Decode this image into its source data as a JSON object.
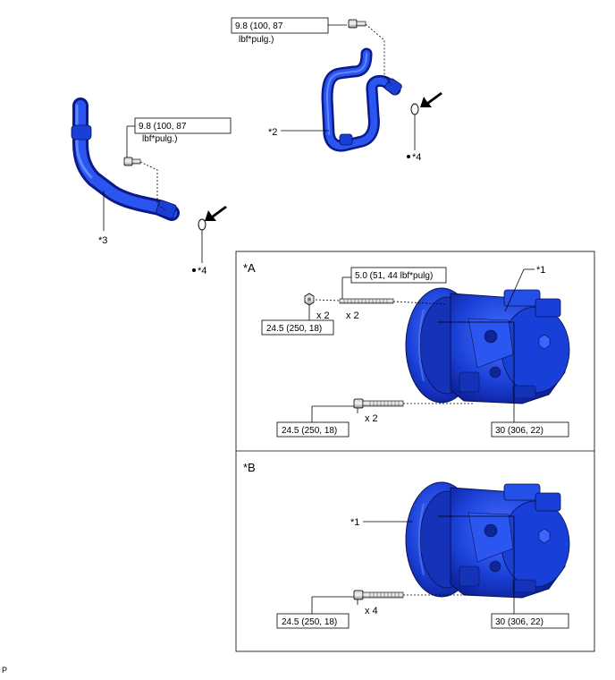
{
  "torque_labels": {
    "upper_right_line": "9.8 (100, 87",
    "upper_right_unit": "lbf*pulg.)",
    "left_line": "9.8 (100, 87",
    "left_unit": "lbf*pulg.)",
    "stud_bolt": "5.0 (51, 44 lbf*pulg)",
    "a_nut": "24.5 (250, 18)",
    "a_bolt": "24.5 (250, 18)",
    "a_compressor": "30 (306, 22)",
    "b_bolt": "24.5 (250, 18)",
    "b_compressor": "30 (306, 22)"
  },
  "callouts": {
    "part2": "*2",
    "part3": "*3",
    "part4_upper": "*4",
    "part4_lower": "*4",
    "part1_a": "*1",
    "part1_b": "*1",
    "view_a": "*A",
    "view_b": "*B"
  },
  "quantities": {
    "a_nut_qty": "x 2",
    "a_stud_qty": "x 2",
    "a_bolt_qty": "x 2",
    "b_bolt_qty": "x 4"
  },
  "footer_code": "P",
  "colors": {
    "part_blue": "#1a3fd6",
    "part_dark": "#0a1a8a",
    "part_light": "#5f83ff"
  }
}
